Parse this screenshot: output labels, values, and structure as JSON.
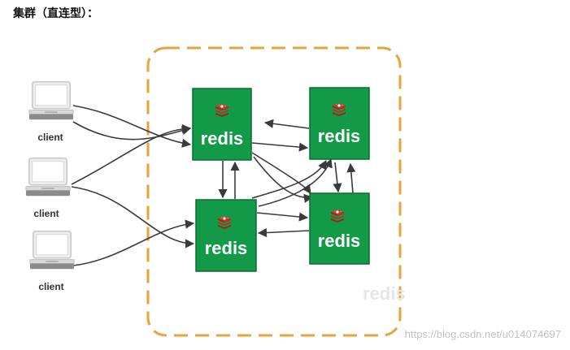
{
  "heading": "集群（直连型）：",
  "clients": [
    {
      "label": "client"
    },
    {
      "label": "client"
    },
    {
      "label": "client"
    }
  ],
  "nodes": [
    {
      "label": "redis"
    },
    {
      "label": "redis"
    },
    {
      "label": "redis"
    },
    {
      "label": "redis"
    }
  ],
  "brand_mark": "redis",
  "watermark": "https://blog.csdn.net/u014074697",
  "colors": {
    "node_fill": "#129a48",
    "node_border": "#0c6b31",
    "cluster_border": "#e8a33a",
    "arrow": "#3a3a3a"
  }
}
